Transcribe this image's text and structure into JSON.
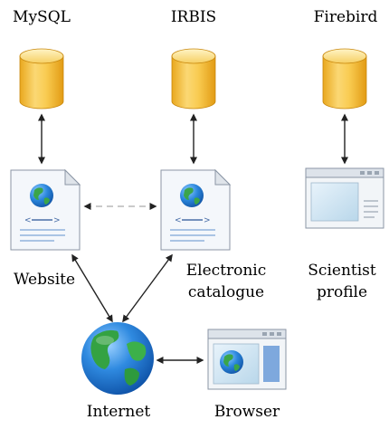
{
  "databases": [
    {
      "id": "mysql",
      "label": "MySQL"
    },
    {
      "id": "irbis",
      "label": "IRBIS"
    },
    {
      "id": "firebird",
      "label": "Firebird"
    }
  ],
  "nodes": {
    "website": {
      "label": "Website"
    },
    "catalogue": {
      "line1": "Electronic",
      "line2": "catalogue"
    },
    "scientist": {
      "line1": "Scientist",
      "line2": "profile"
    },
    "internet": {
      "label": "Internet"
    },
    "browser": {
      "label": "Browser"
    }
  },
  "colors": {
    "db_light": "#fde9a5",
    "db_mid": "#f7c64a",
    "db_dark": "#e6a21d",
    "arrow": "#222222",
    "dashed": "#b8b8b8",
    "globe_ocean": "#1f7ad0",
    "globe_land": "#3aa54a"
  }
}
